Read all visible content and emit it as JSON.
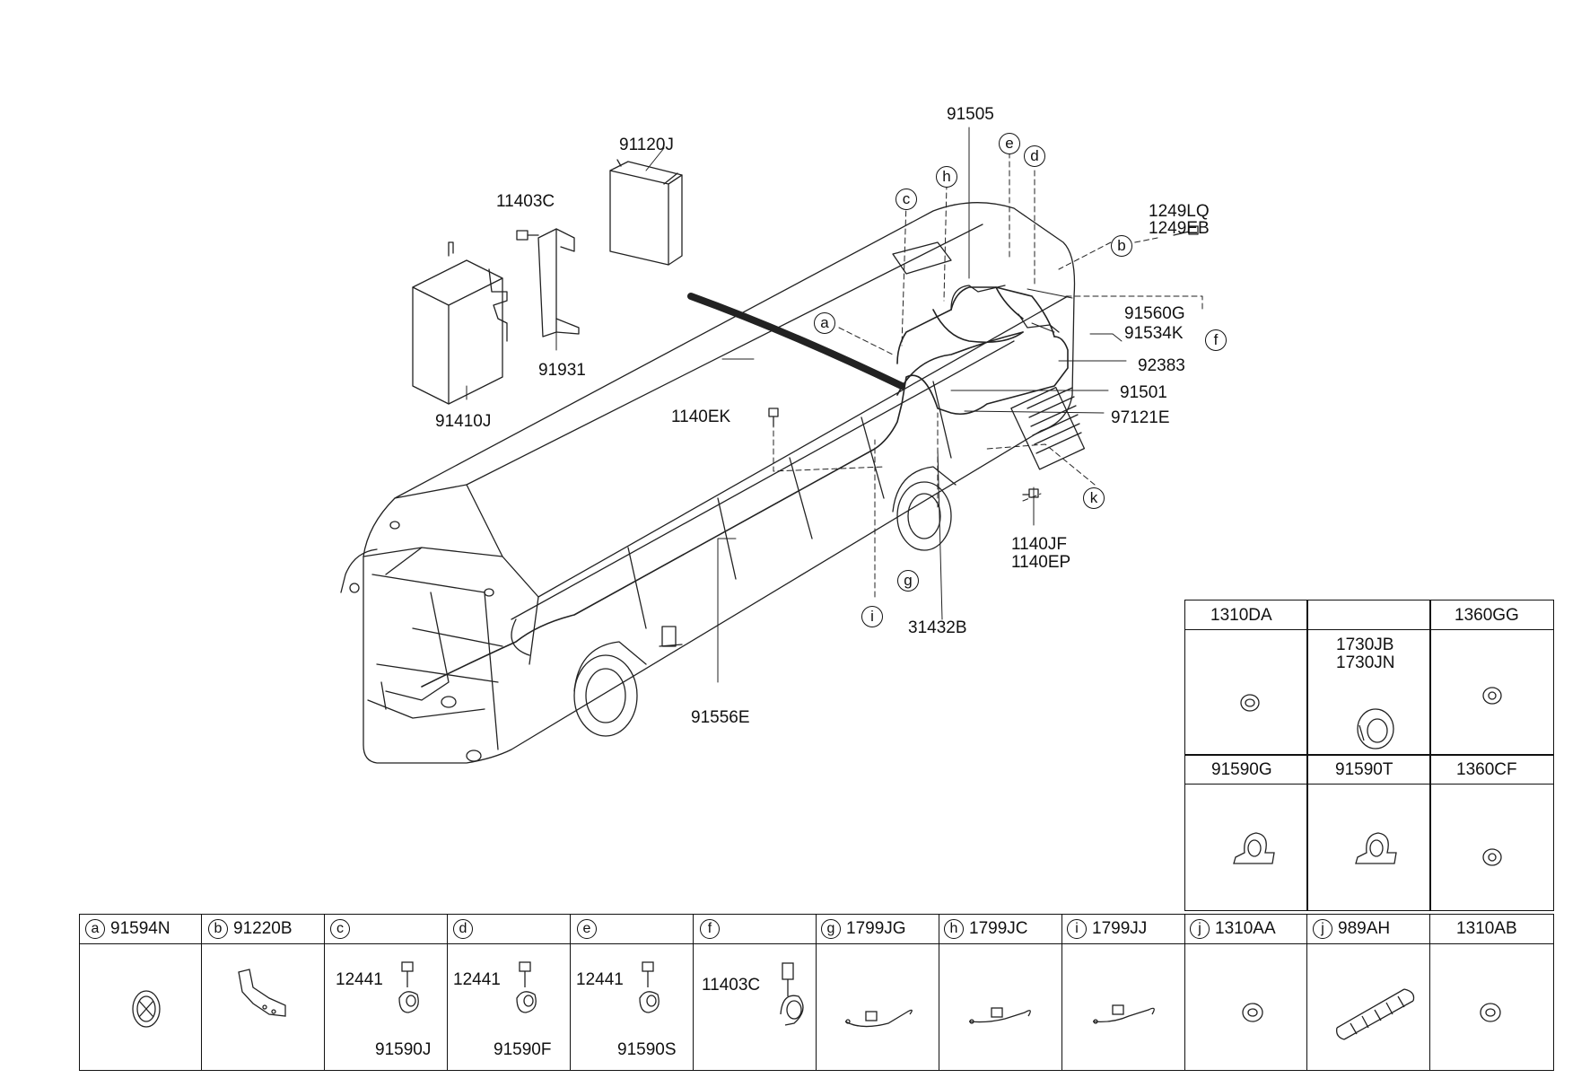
{
  "diagram": {
    "callouts": [
      {
        "id": "91505",
        "text": "91505"
      },
      {
        "id": "91120J",
        "text": "91120J"
      },
      {
        "id": "11403C",
        "text": "11403C"
      },
      {
        "id": "1249LQ",
        "text": "1249LQ"
      },
      {
        "id": "1249EB",
        "text": "1249EB"
      },
      {
        "id": "91560G",
        "text": "91560G"
      },
      {
        "id": "91534K",
        "text": "91534K"
      },
      {
        "id": "92383",
        "text": "92383"
      },
      {
        "id": "91501",
        "text": "91501"
      },
      {
        "id": "97121E",
        "text": "97121E"
      },
      {
        "id": "91931",
        "text": "91931"
      },
      {
        "id": "91410J",
        "text": "91410J"
      },
      {
        "id": "1140EK",
        "text": "1140EK"
      },
      {
        "id": "1140JF",
        "text": "1140JF"
      },
      {
        "id": "1140EP",
        "text": "1140EP"
      },
      {
        "id": "31432B",
        "text": "31432B"
      },
      {
        "id": "91556E",
        "text": "91556E"
      }
    ],
    "letter_markers": [
      "a",
      "b",
      "c",
      "d",
      "e",
      "f",
      "g",
      "h",
      "i",
      "k"
    ]
  },
  "side_table": {
    "cells": [
      {
        "code": "1310DA",
        "sub": ""
      },
      {
        "code": "",
        "sub": "1730JB",
        "sub2": "1730JN"
      },
      {
        "code": "1360GG",
        "sub": ""
      },
      {
        "code": "91590G",
        "sub": ""
      },
      {
        "code": "91590T",
        "sub": ""
      },
      {
        "code": "1360CF",
        "sub": ""
      }
    ]
  },
  "bottom_table": {
    "cells": [
      {
        "letter": "a",
        "code": "91594N"
      },
      {
        "letter": "b",
        "code": "91220B"
      },
      {
        "letter": "c",
        "code": "",
        "bolt": "12441",
        "clip": "91590J"
      },
      {
        "letter": "d",
        "code": "",
        "bolt": "12441",
        "clip": "91590F"
      },
      {
        "letter": "e",
        "code": "",
        "bolt": "12441",
        "clip": "91590S"
      },
      {
        "letter": "f",
        "code": "",
        "bolt": "11403C",
        "clip": ""
      },
      {
        "letter": "g",
        "code": "1799JG"
      },
      {
        "letter": "h",
        "code": "1799JC"
      },
      {
        "letter": "i",
        "code": "1799JJ"
      },
      {
        "letter": "j",
        "code": "1310AA"
      },
      {
        "letter": "j",
        "code": "989AH"
      },
      {
        "letter": "",
        "code": "1310AB"
      }
    ]
  }
}
